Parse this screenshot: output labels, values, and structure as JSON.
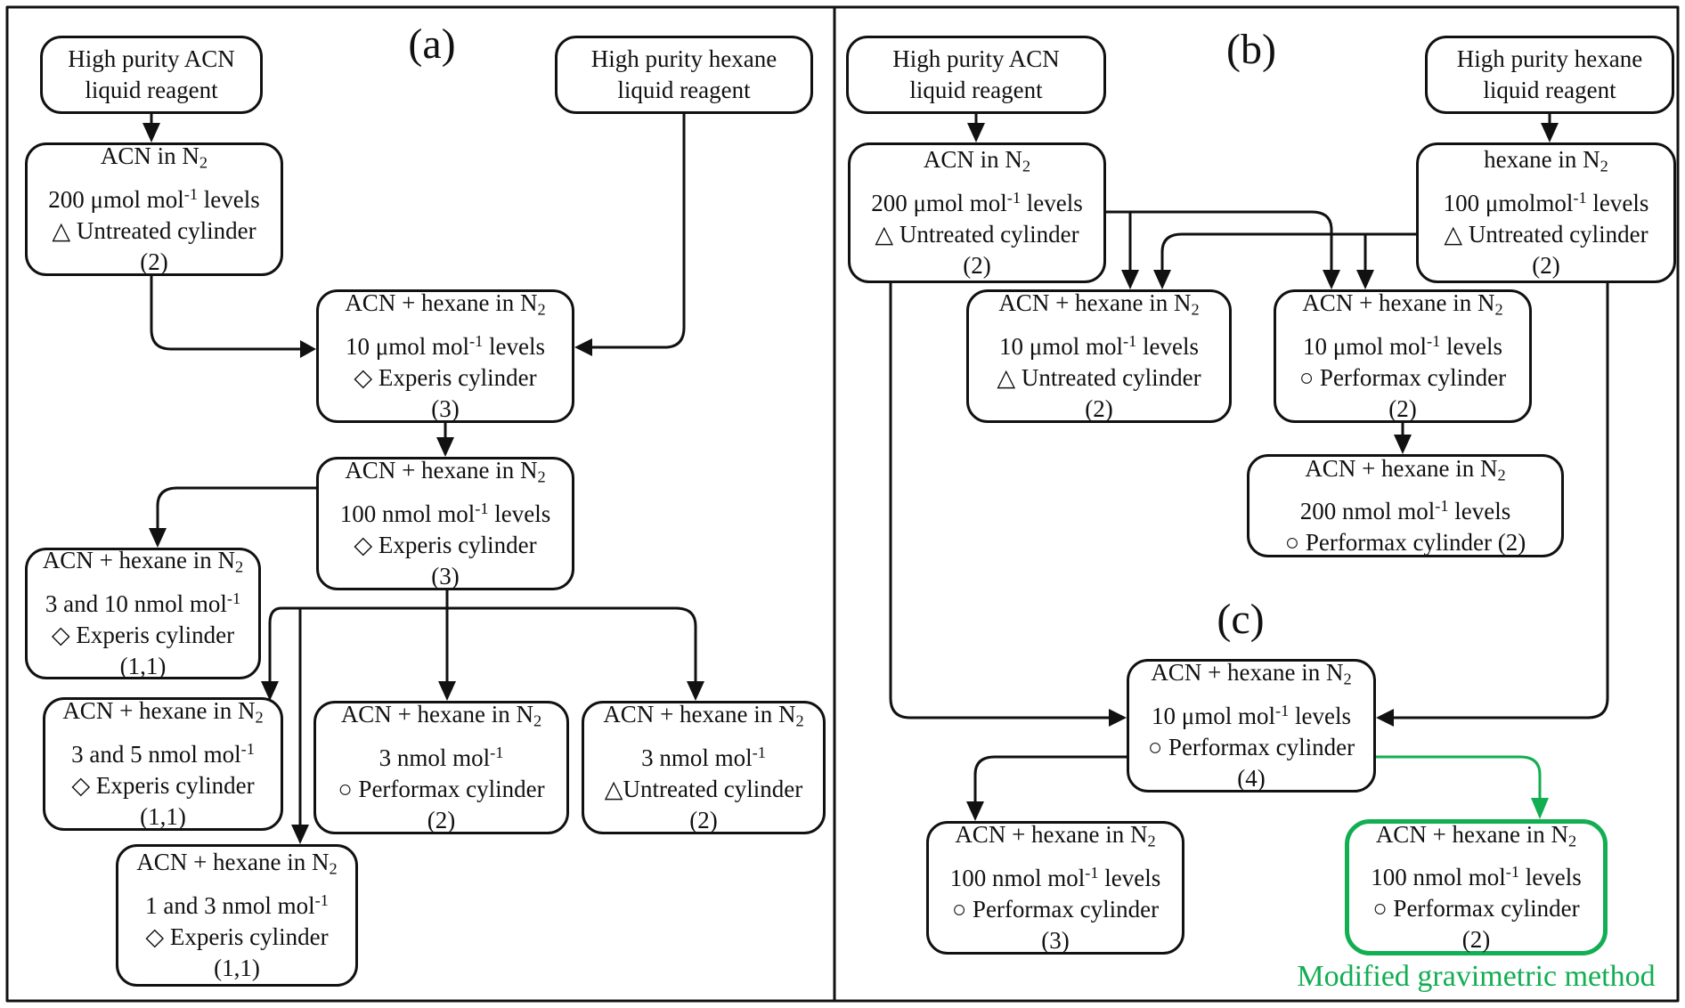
{
  "figure": {
    "panel_labels": {
      "a": "(a)",
      "b": "(b)",
      "c": "(c)"
    },
    "caption": "Modified gravimetric method",
    "colors": {
      "line": "#111111",
      "accent_green": "#12AE52",
      "background": "#ffffff"
    },
    "boxes": [
      {
        "id": "a1",
        "panel": "a",
        "lines": [
          "High purity ACN",
          "liquid reagent"
        ]
      },
      {
        "id": "a2",
        "panel": "a",
        "lines": [
          "High purity hexane",
          "liquid reagent"
        ]
      },
      {
        "id": "a3",
        "panel": "a",
        "lines": [
          "ACN in N~2~",
          "200 μmol mol^-1^ levels",
          "△ Untreated cylinder",
          "(2)"
        ]
      },
      {
        "id": "a4",
        "panel": "a",
        "lines": [
          "ACN + hexane in N~2~",
          "10 μmol mol^-1^ levels",
          "◇ Experis cylinder",
          "(3)"
        ]
      },
      {
        "id": "a5",
        "panel": "a",
        "lines": [
          "ACN + hexane in N~2~",
          "100 nmol mol^-1^ levels",
          "◇ Experis cylinder",
          "(3)"
        ]
      },
      {
        "id": "a6",
        "panel": "a",
        "lines": [
          "ACN + hexane in N~2~",
          "3 and 10 nmol mol^-1^",
          "◇ Experis cylinder",
          "(1,1)"
        ]
      },
      {
        "id": "a7",
        "panel": "a",
        "lines": [
          "ACN + hexane in N~2~",
          "3 and 5 nmol mol^-1^",
          "◇ Experis cylinder",
          "(1,1)"
        ]
      },
      {
        "id": "a8",
        "panel": "a",
        "lines": [
          "ACN + hexane in N~2~",
          "3 nmol mol^-1^",
          "○ Performax cylinder",
          "(2)"
        ]
      },
      {
        "id": "a9",
        "panel": "a",
        "lines": [
          "ACN + hexane in N~2~",
          "3 nmol mol^-1^",
          "△Untreated cylinder",
          "(2)"
        ]
      },
      {
        "id": "a10",
        "panel": "a",
        "lines": [
          "ACN + hexane in N~2~",
          "1 and 3 nmol mol^-1^",
          "◇ Experis cylinder",
          "(1,1)"
        ]
      },
      {
        "id": "b1",
        "panel": "b",
        "lines": [
          "High purity ACN",
          "liquid reagent"
        ]
      },
      {
        "id": "b2",
        "panel": "b",
        "lines": [
          "High purity hexane",
          "liquid reagent"
        ]
      },
      {
        "id": "b3",
        "panel": "b",
        "lines": [
          "ACN in N~2~",
          "200 μmol mol^-1^ levels",
          "△ Untreated cylinder",
          "(2)"
        ]
      },
      {
        "id": "b6",
        "panel": "b",
        "lines": [
          "hexane in N~2~",
          "100 μmolmol^-1^ levels",
          "△ Untreated cylinder",
          "(2)"
        ]
      },
      {
        "id": "b4",
        "panel": "b",
        "lines": [
          "ACN + hexane in N~2~",
          "10 μmol mol^-1^ levels",
          "△ Untreated cylinder",
          "(2)"
        ]
      },
      {
        "id": "b5",
        "panel": "b",
        "lines": [
          "ACN + hexane in N~2~",
          "10 μmol mol^-1^ levels",
          "○ Performax cylinder",
          "(2)"
        ]
      },
      {
        "id": "b7",
        "panel": "b",
        "lines": [
          "ACN + hexane in N~2~",
          "200 nmol mol^-1^ levels",
          "○ Performax cylinder (2)"
        ]
      },
      {
        "id": "c1",
        "panel": "c",
        "lines": [
          "ACN + hexane in N~2~",
          "10 μmol mol^-1^ levels",
          "○ Performax cylinder",
          "(4)"
        ]
      },
      {
        "id": "c2",
        "panel": "c",
        "lines": [
          "ACN + hexane in N~2~",
          "100 nmol mol^-1^ levels",
          "○ Performax cylinder",
          "(3)"
        ]
      },
      {
        "id": "c3",
        "panel": "c",
        "accent": true,
        "lines": [
          "ACN + hexane in N~2~",
          "100 nmol mol^-1^ levels",
          "○ Performax cylinder",
          "(2)"
        ]
      }
    ]
  }
}
